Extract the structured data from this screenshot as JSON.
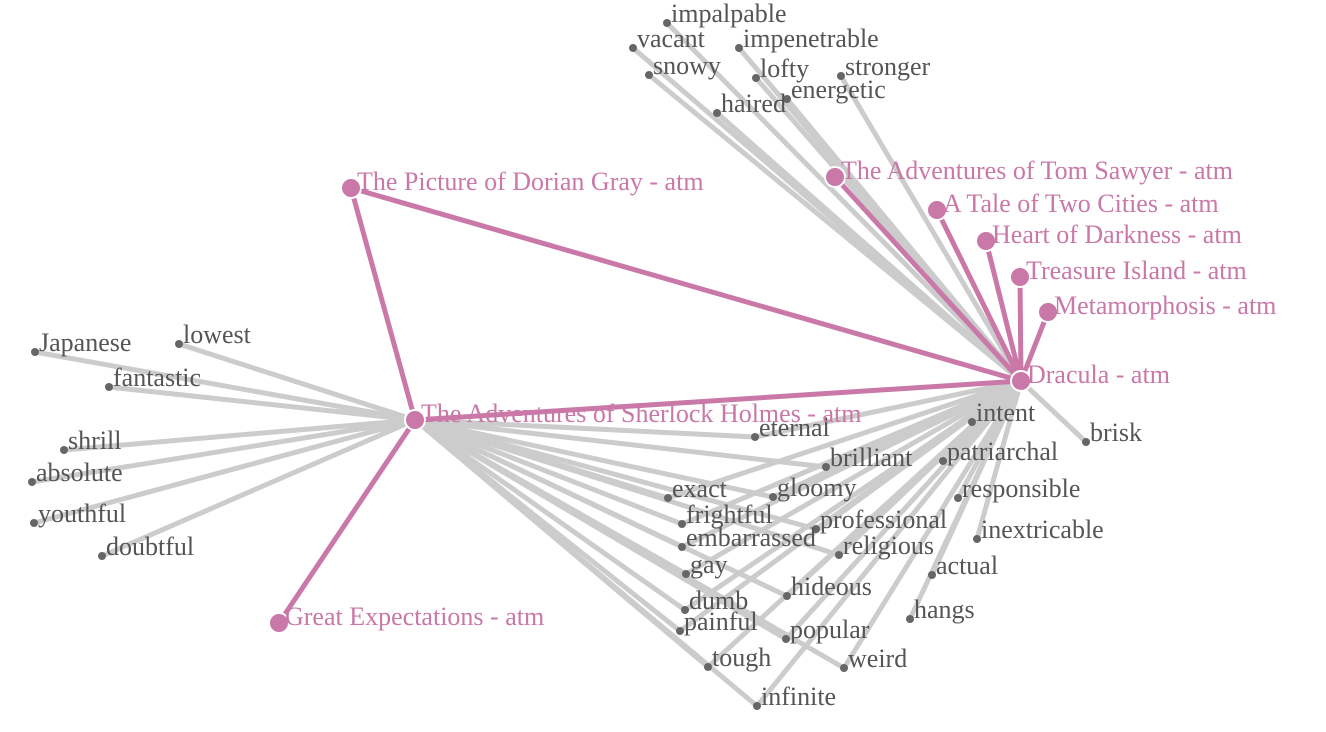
{
  "colors": {
    "book": "#c978a8",
    "word": "#666666",
    "edge": "#cccccc",
    "edge_book": "#c978a8"
  },
  "books": [
    {
      "id": "dorian",
      "label": "The Picture of Dorian Gray - atm"
    },
    {
      "id": "sherlock",
      "label": "The Adventures of Sherlock Holmes - atm"
    },
    {
      "id": "great",
      "label": "Great Expectations - atm"
    },
    {
      "id": "tom",
      "label": "The Adventures of Tom Sawyer - atm"
    },
    {
      "id": "tale",
      "label": "A Tale of Two Cities - atm"
    },
    {
      "id": "heart",
      "label": "Heart of Darkness - atm"
    },
    {
      "id": "treasure",
      "label": "Treasure Island - atm"
    },
    {
      "id": "meta",
      "label": "Metamorphosis - atm"
    },
    {
      "id": "dracula",
      "label": "Dracula - atm"
    }
  ],
  "words": [
    {
      "id": "impalpable",
      "label": "impalpable",
      "book": "dracula"
    },
    {
      "id": "vacant",
      "label": "vacant",
      "book": "dracula"
    },
    {
      "id": "impenetrable",
      "label": "impenetrable",
      "book": "dracula"
    },
    {
      "id": "snowy",
      "label": "snowy",
      "book": "dracula"
    },
    {
      "id": "lofty",
      "label": "lofty",
      "book": "dracula"
    },
    {
      "id": "stronger",
      "label": "stronger",
      "book": "dracula"
    },
    {
      "id": "energetic",
      "label": "energetic",
      "book": "dracula"
    },
    {
      "id": "haired",
      "label": "haired",
      "book": "dracula"
    },
    {
      "id": "brisk",
      "label": "brisk",
      "book": "dracula"
    },
    {
      "id": "intent",
      "label": "intent",
      "book": "dracula"
    },
    {
      "id": "patriarchal",
      "label": "patriarchal",
      "book": "dracula"
    },
    {
      "id": "responsible",
      "label": "responsible",
      "book": "dracula"
    },
    {
      "id": "inextricable",
      "label": "inextricable",
      "book": "dracula"
    },
    {
      "id": "actual",
      "label": "actual",
      "book": "dracula"
    },
    {
      "id": "hangs",
      "label": "hangs",
      "book": "dracula"
    },
    {
      "id": "japanese",
      "label": "Japanese",
      "book": "sherlock"
    },
    {
      "id": "lowest",
      "label": "lowest",
      "book": "sherlock"
    },
    {
      "id": "fantastic",
      "label": "fantastic",
      "book": "sherlock"
    },
    {
      "id": "shrill",
      "label": "shrill",
      "book": "sherlock"
    },
    {
      "id": "absolute",
      "label": "absolute",
      "book": "sherlock"
    },
    {
      "id": "youthful",
      "label": "youthful",
      "book": "sherlock"
    },
    {
      "id": "doubtful",
      "label": "doubtful",
      "book": "sherlock"
    },
    {
      "id": "eternal",
      "label": "eternal",
      "book": "both"
    },
    {
      "id": "brilliant",
      "label": "brilliant",
      "book": "both"
    },
    {
      "id": "exact",
      "label": "exact",
      "book": "both"
    },
    {
      "id": "gloomy",
      "label": "gloomy",
      "book": "both"
    },
    {
      "id": "frightful",
      "label": "frightful",
      "book": "both"
    },
    {
      "id": "professional",
      "label": "professional",
      "book": "both"
    },
    {
      "id": "embarrassed",
      "label": "embarrassed",
      "book": "both"
    },
    {
      "id": "religious",
      "label": "religious",
      "book": "both"
    },
    {
      "id": "gay",
      "label": "gay",
      "book": "both"
    },
    {
      "id": "hideous",
      "label": "hideous",
      "book": "both"
    },
    {
      "id": "dumb",
      "label": "dumb",
      "book": "both"
    },
    {
      "id": "painful",
      "label": "painful",
      "book": "both"
    },
    {
      "id": "popular",
      "label": "popular",
      "book": "both"
    },
    {
      "id": "tough",
      "label": "tough",
      "book": "both"
    },
    {
      "id": "weird",
      "label": "weird",
      "book": "both"
    },
    {
      "id": "infinite",
      "label": "infinite",
      "book": "both"
    }
  ],
  "book_links": [
    [
      "dorian",
      "sherlock"
    ],
    [
      "dorian",
      "dracula"
    ],
    [
      "sherlock",
      "dracula"
    ],
    [
      "sherlock",
      "great"
    ],
    [
      "tom",
      "dracula"
    ],
    [
      "tale",
      "dracula"
    ],
    [
      "heart",
      "dracula"
    ],
    [
      "treasure",
      "dracula"
    ],
    [
      "meta",
      "dracula"
    ]
  ]
}
